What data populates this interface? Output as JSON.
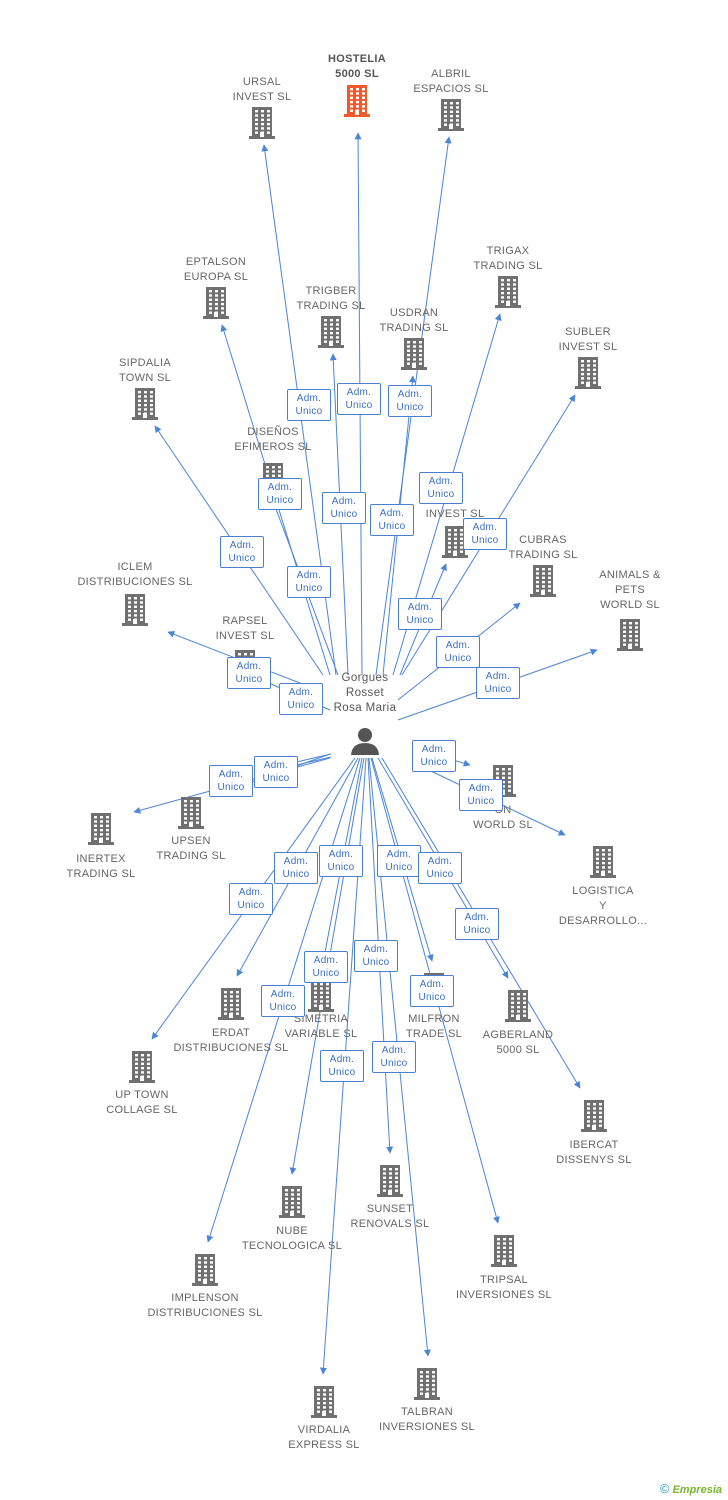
{
  "colors": {
    "edge": "#4a85d6",
    "building": "#707070",
    "highlight": "#f05a2a",
    "person": "#555555"
  },
  "person": {
    "name_lines": [
      "Gorgues",
      "Rosset",
      "Rosa Maria"
    ],
    "icon": "person-icon"
  },
  "badge_label": [
    "Adm.",
    "Unico"
  ],
  "companies": [
    {
      "id": "hostelia",
      "lines": [
        "HOSTELIA",
        "5000 SL"
      ],
      "highlight": true
    },
    {
      "id": "ursal",
      "lines": [
        "URSAL",
        "INVEST SL"
      ]
    },
    {
      "id": "albril",
      "lines": [
        "ALBRIL",
        "ESPACIOS SL"
      ]
    },
    {
      "id": "eptalson",
      "lines": [
        "EPTALSON",
        "EUROPA SL"
      ]
    },
    {
      "id": "trigber",
      "lines": [
        "TRIGBER",
        "TRADING SL"
      ]
    },
    {
      "id": "trigax",
      "lines": [
        "TRIGAX",
        "TRADING SL"
      ]
    },
    {
      "id": "usdran",
      "lines": [
        "USDRAN",
        "TRADING SL"
      ]
    },
    {
      "id": "subler",
      "lines": [
        "SUBLER",
        "INVEST SL"
      ]
    },
    {
      "id": "sipdalia",
      "lines": [
        "SIPDALIA",
        "TOWN SL"
      ]
    },
    {
      "id": "disenos",
      "lines": [
        "DISEÑOS",
        "EFIMEROS SL"
      ]
    },
    {
      "id": "xinvest",
      "lines": [
        "X",
        "INVEST SL"
      ]
    },
    {
      "id": "cubras",
      "lines": [
        "CUBRAS",
        "TRADING SL"
      ]
    },
    {
      "id": "iclem",
      "lines": [
        "ICLEM",
        "DISTRIBUCIONES SL"
      ]
    },
    {
      "id": "animals",
      "lines": [
        "ANIMALS &",
        "PETS",
        "WORLD SL"
      ]
    },
    {
      "id": "rapsel",
      "lines": [
        "RAPSEL",
        "INVEST SL"
      ]
    },
    {
      "id": "onworld",
      "lines": [
        "ON",
        "WORLD SL"
      ]
    },
    {
      "id": "upsen",
      "lines": [
        "UPSEN",
        "TRADING SL"
      ]
    },
    {
      "id": "inertex",
      "lines": [
        "INERTEX",
        "TRADING SL"
      ]
    },
    {
      "id": "logistica",
      "lines": [
        "LOGISTICA",
        "Y",
        "DESARROLLO..."
      ]
    },
    {
      "id": "erdat",
      "lines": [
        "ERDAT",
        "DISTRIBUCIONES SL"
      ]
    },
    {
      "id": "simetria",
      "lines": [
        "SIMETRIA",
        "VARIABLE SL"
      ]
    },
    {
      "id": "milfron",
      "lines": [
        "MILFRON",
        "TRADE SL"
      ]
    },
    {
      "id": "agberland",
      "lines": [
        "AGBERLAND",
        "5000 SL"
      ]
    },
    {
      "id": "uptown",
      "lines": [
        "UP TOWN",
        "COLLAGE SL"
      ]
    },
    {
      "id": "ibercat",
      "lines": [
        "IBERCAT",
        "DISSENYS SL"
      ]
    },
    {
      "id": "nube",
      "lines": [
        "NUBE",
        "TECNOLOGICA SL"
      ]
    },
    {
      "id": "sunset",
      "lines": [
        "SUNSET",
        "RENOVALS SL"
      ]
    },
    {
      "id": "tripsal",
      "lines": [
        "TRIPSAL",
        "INVERSIONES SL"
      ]
    },
    {
      "id": "implenson",
      "lines": [
        "IMPLENSON",
        "DISTRIBUCIONES SL"
      ]
    },
    {
      "id": "talbran",
      "lines": [
        "TALBRAN",
        "INVERSIONES SL"
      ]
    },
    {
      "id": "virdalia",
      "lines": [
        "VIRDALIA",
        "EXPRESS SL"
      ]
    }
  ],
  "footer": {
    "copyright": "©",
    "brand": "Empresia"
  }
}
